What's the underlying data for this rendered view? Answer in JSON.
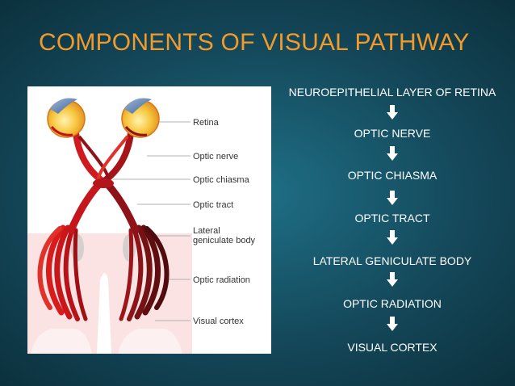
{
  "slide": {
    "title": "COMPONENTS OF VISUAL PATHWAY"
  },
  "figure": {
    "labels": [
      "Retina",
      "Optic nerve",
      "Optic chiasma",
      "Optic tract",
      "Lateral\ngeniculate body",
      "Optic radiation",
      "Visual cortex"
    ]
  },
  "flow": {
    "steps": [
      "NEUROEPITHELIAL LAYER OF RETINA",
      "OPTIC NERVE",
      "OPTIC CHIASMA",
      "OPTIC TRACT",
      "LATERAL GENICULATE BODY",
      "OPTIC RADIATION",
      "VISUAL CORTEX"
    ],
    "arrow_icon": "down-arrow-icon"
  },
  "colors": {
    "title": "#f29b2c",
    "text": "#ffffff",
    "pathway_red": "#c0141b",
    "pathway_dark": "#6b1012",
    "eye_yellow": "#f5c33b"
  }
}
